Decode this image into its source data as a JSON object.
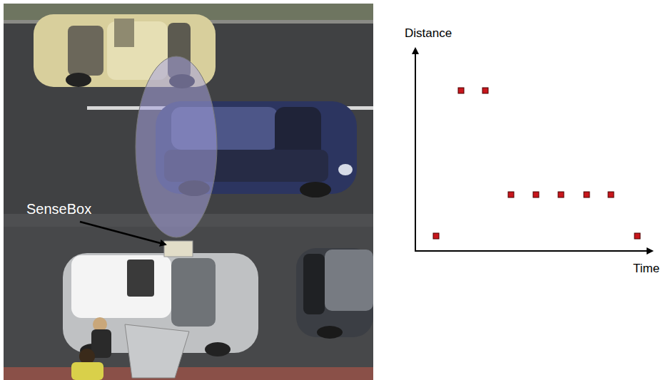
{
  "diagram": {
    "labels": [
      "SenseBox",
      "Distance",
      "Time"
    ]
  }
}
